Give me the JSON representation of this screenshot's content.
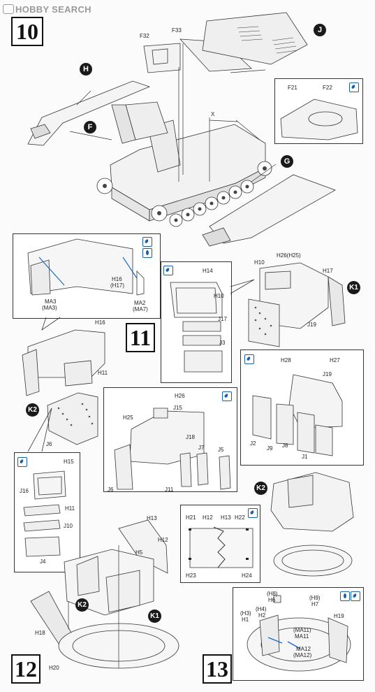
{
  "watermark": "HOBBY SEARCH",
  "steps": {
    "s10": "10",
    "s11": "11",
    "s12": "12",
    "s13": "13"
  },
  "bubbles": {
    "H": "H",
    "F": "F",
    "J": "J",
    "G": "G",
    "K1a": "K1",
    "K2a": "K2",
    "K2b": "K2",
    "K2c": "K2",
    "K1b": "K1"
  },
  "labels": {
    "s10": {
      "F32": "F32",
      "F33": "F33",
      "X": "X",
      "F21": "F21",
      "F22": "F22"
    },
    "s11": {
      "MA3": "MA3",
      "MA3p": "(MA3)",
      "H16a": "H16",
      "H17p": "(H17)",
      "MA2": "MA2",
      "MA7p": "(MA7)",
      "H16b": "H16",
      "H11a": "H11",
      "J6a": "J6",
      "H14": "H14",
      "H10a": "H10",
      "J17": "J17",
      "J3": "J3",
      "H10b": "H10",
      "H26H25": "H26(H25)",
      "H17": "H17",
      "J19a": "J19",
      "H28": "H28",
      "H27": "H27",
      "J19b": "J19",
      "J2": "J2",
      "J9": "J9",
      "J8": "J8",
      "J1": "J1",
      "H26": "H26",
      "J15": "J15",
      "H25": "H25",
      "J18": "J18",
      "J7": "J7",
      "J5": "J5",
      "J6b": "J6",
      "J11": "J11",
      "H15": "H15",
      "J16": "J16",
      "H11b": "H11",
      "J10": "J10",
      "J4": "J4"
    },
    "s12": {
      "H13": "H13",
      "H12": "H12",
      "H5": "H5",
      "H18": "H18",
      "H20": "H20"
    },
    "s13": {
      "H21": "H21",
      "H12": "H12",
      "H13": "H13",
      "H22": "H22",
      "H23": "H23",
      "H24": "H24",
      "H8p": "(H8)",
      "H6": "H6",
      "H9p": "(H9)",
      "H7": "H7",
      "H3p": "(H3)",
      "H1": "H1",
      "H4p": "(H4)",
      "H2": "H2",
      "MA11p": "(MA11)",
      "MA11": "MA11",
      "MA12": "MA12",
      "MA12p": "(MA12)",
      "H19": "H19"
    }
  }
}
